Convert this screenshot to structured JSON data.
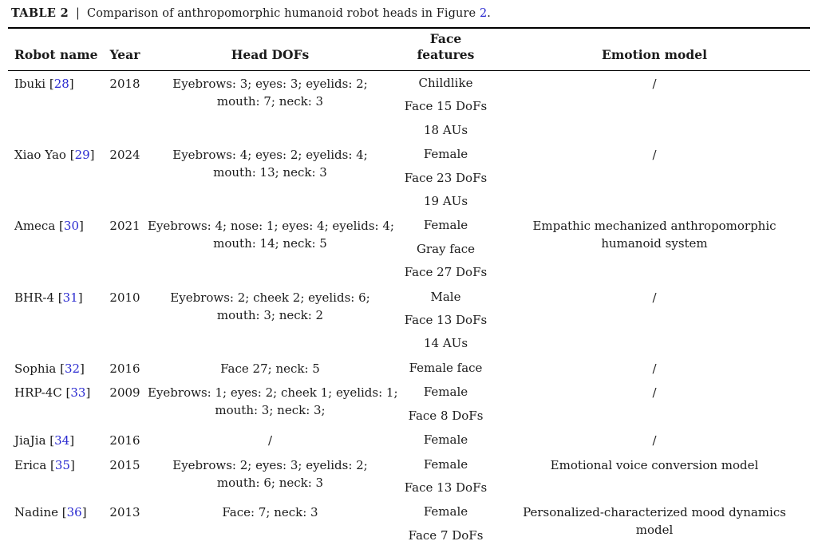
{
  "title": {
    "tag": "TABLE 2",
    "divider": "|",
    "caption": "Comparison of anthropomorphic humanoid robot heads in Figure",
    "figure_ref": "2",
    "period": "."
  },
  "colors": {
    "link_blue": "#2a2ad0",
    "text": "#1b1b1b",
    "rule": "#000000"
  },
  "header": {
    "robot_name": "Robot name",
    "year": "Year",
    "head_dofs": "Head DOFs",
    "face_features": "Face\nfeatures",
    "emotion_model": "Emotion model"
  },
  "rows": [
    {
      "name": "Ibuki",
      "ref": "28",
      "year": "2018",
      "head_dofs": "Eyebrows: 3; eyes: 3; eyelids: 2;\nmouth: 7; neck: 3",
      "face_features": "Childlike\nFace 15 DoFs\n18 AUs",
      "emotion_model": "/"
    },
    {
      "name": "Xiao Yao",
      "ref": "29",
      "year": "2024",
      "head_dofs": "Eyebrows: 4; eyes: 2; eyelids: 4;\nmouth: 13; neck: 3",
      "face_features": "Female\nFace 23 DoFs\n19 AUs",
      "emotion_model": "/"
    },
    {
      "name": "Ameca",
      "ref": "30",
      "year": "2021",
      "head_dofs": "Eyebrows: 4; nose: 1; eyes: 4; eyelids: 4;\nmouth: 14; neck: 5",
      "face_features": "Female\nGray face\nFace 27 DoFs",
      "emotion_model": "Empathic mechanized anthropomorphic\nhumanoid system"
    },
    {
      "name": "BHR-4",
      "ref": "31",
      "year": "2010",
      "head_dofs": "Eyebrows: 2; cheek 2; eyelids: 6;\nmouth: 3; neck: 2",
      "face_features": "Male\nFace 13 DoFs\n14 AUs",
      "emotion_model": "/"
    },
    {
      "name": "Sophia",
      "ref": "32",
      "year": "2016",
      "head_dofs": "Face 27; neck: 5",
      "face_features": "Female face",
      "emotion_model": "/"
    },
    {
      "name": "HRP-4C",
      "ref": "33",
      "year": "2009",
      "head_dofs": "Eyebrows: 1; eyes: 2; cheek 1; eyelids: 1;\nmouth: 3; neck: 3;",
      "face_features": "Female\nFace 8 DoFs",
      "emotion_model": "/"
    },
    {
      "name": "JiaJia",
      "ref": "34",
      "year": "2016",
      "head_dofs": "/",
      "face_features": "Female",
      "emotion_model": "/"
    },
    {
      "name": "Erica",
      "ref": "35",
      "year": "2015",
      "head_dofs": "Eyebrows: 2; eyes: 3; eyelids: 2;\nmouth: 6; neck: 3",
      "face_features": "Female\nFace 13 DoFs",
      "emotion_model": "Emotional voice conversion model"
    },
    {
      "name": "Nadine",
      "ref": "36",
      "year": "2013",
      "head_dofs": "Face: 7; neck: 3",
      "face_features": "Female\nFace 7 DoFs",
      "emotion_model": "Personalized-characterized mood dynamics\nmodel"
    }
  ]
}
